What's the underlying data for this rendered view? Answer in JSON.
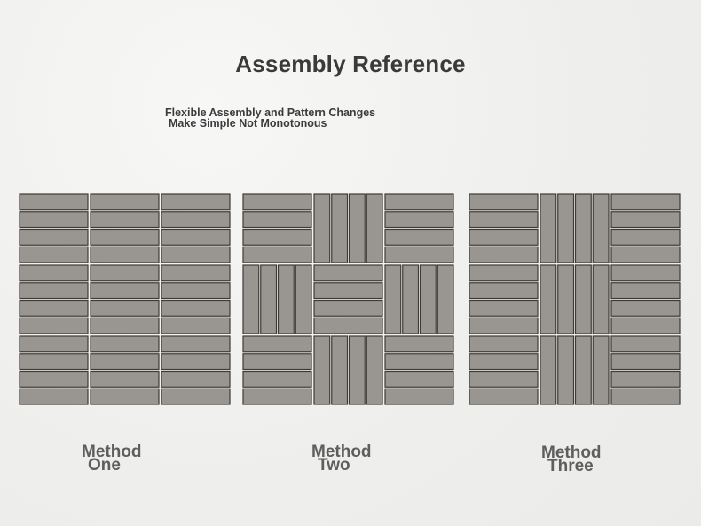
{
  "title": "Assembly Reference",
  "subtitle": {
    "line1": "Flexible Assembly and Pattern Changes",
    "line2": "Make Simple Not Monotonous"
  },
  "methods": [
    {
      "label_line1": "Method",
      "label_line2": "One",
      "pattern": [
        [
          "h",
          "h",
          "h"
        ],
        [
          "h",
          "h",
          "h"
        ],
        [
          "h",
          "h",
          "h"
        ]
      ]
    },
    {
      "label_line1": "Method",
      "label_line2": "Two",
      "pattern": [
        [
          "h",
          "v",
          "h"
        ],
        [
          "v",
          "h",
          "v"
        ],
        [
          "h",
          "v",
          "h"
        ]
      ]
    },
    {
      "label_line1": "Method",
      "label_line2": "Three",
      "pattern": [
        [
          "h",
          "v",
          "h"
        ],
        [
          "h",
          "v",
          "h"
        ],
        [
          "h",
          "v",
          "h"
        ]
      ]
    }
  ],
  "colors": {
    "plank": "#999590",
    "seam": "#3d3a37",
    "text": "#3a3a3a"
  }
}
